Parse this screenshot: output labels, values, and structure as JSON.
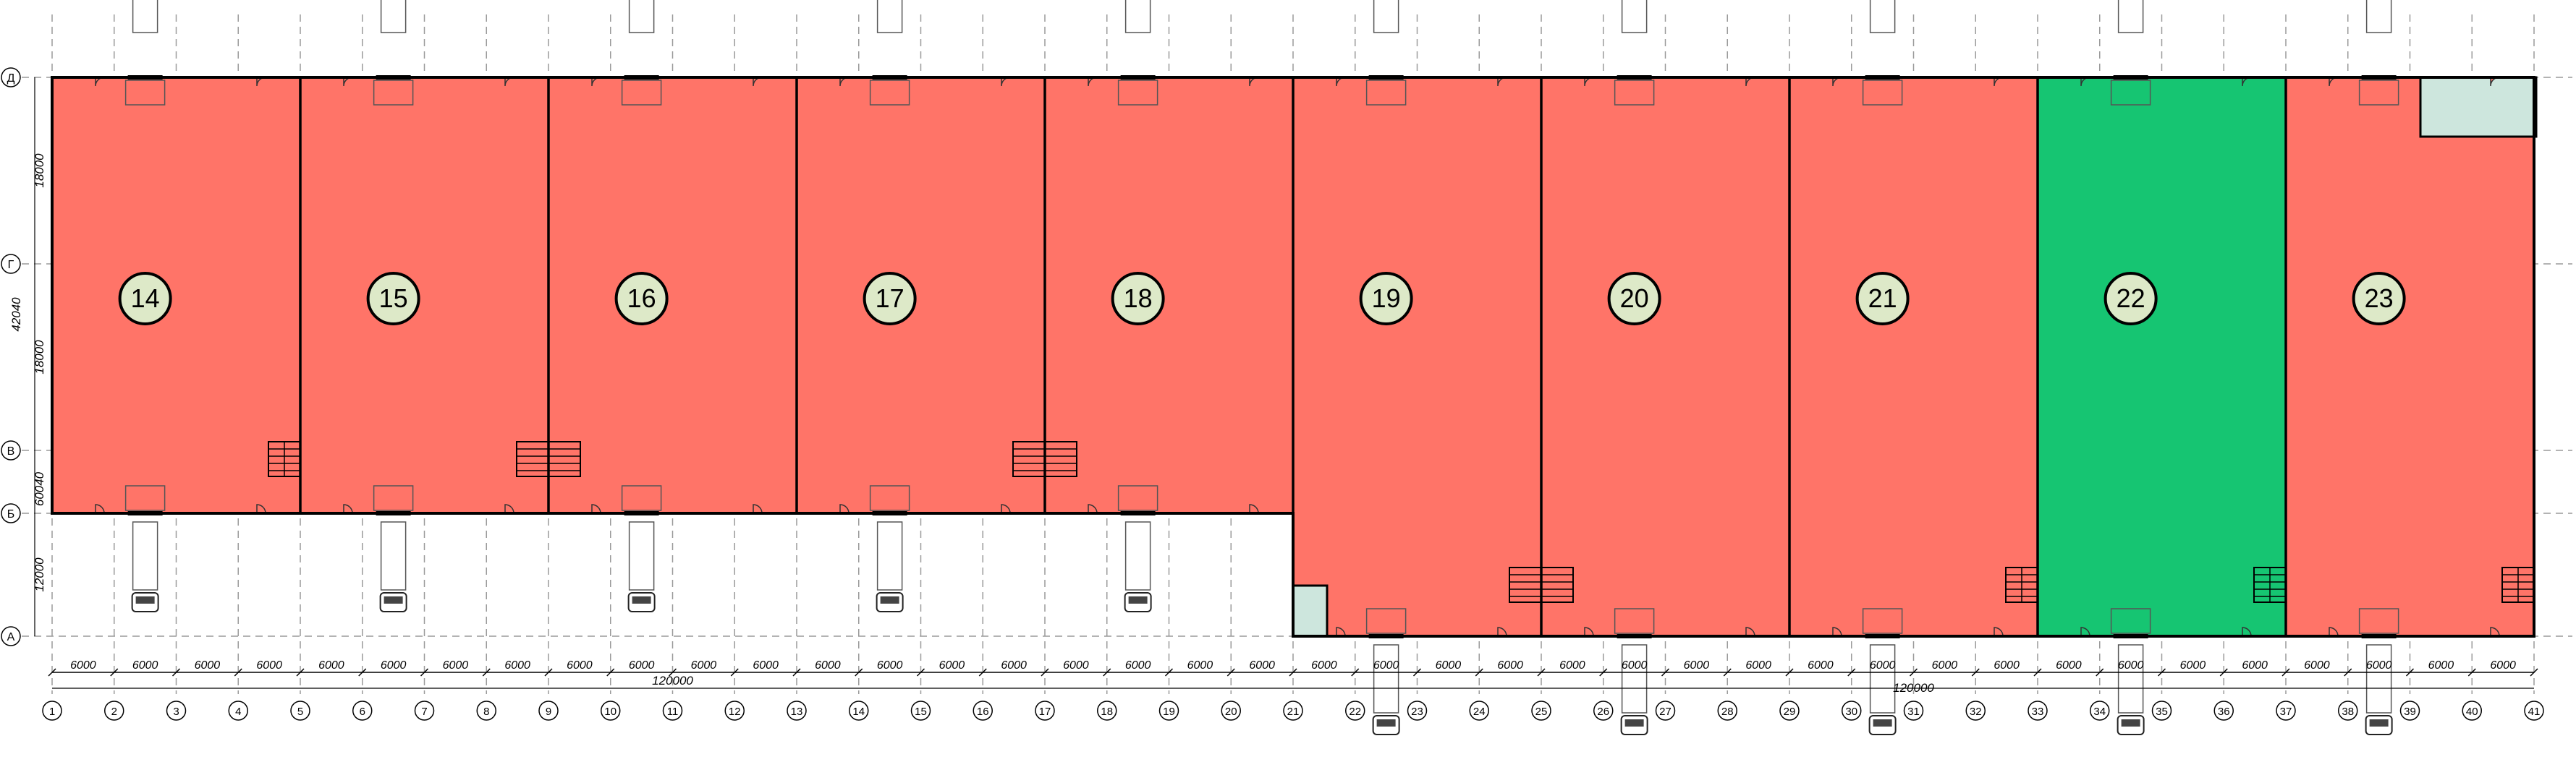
{
  "colors": {
    "rented": "#ff7468",
    "free": "#16c572",
    "office": "#cde6dd",
    "marker": "#dde9c8",
    "line": "#000000",
    "grid": "#9a9a9a"
  },
  "rows": [
    {
      "id": "row-a",
      "label": "А"
    },
    {
      "id": "row-b",
      "label": "Б"
    },
    {
      "id": "row-v",
      "label": "В"
    },
    {
      "id": "row-g",
      "label": "Г"
    },
    {
      "id": "row-d",
      "label": "Д"
    }
  ],
  "columns": [
    "1",
    "2",
    "3",
    "4",
    "5",
    "6",
    "7",
    "8",
    "9",
    "10",
    "11",
    "12",
    "13",
    "14",
    "15",
    "16",
    "17",
    "18",
    "19",
    "20",
    "21",
    "22",
    "23",
    "24",
    "25",
    "26",
    "27",
    "28",
    "29",
    "30",
    "31",
    "32",
    "33",
    "34",
    "35",
    "36",
    "37",
    "38",
    "39",
    "40",
    "41"
  ],
  "units": [
    {
      "number": "14",
      "status": "rented"
    },
    {
      "number": "15",
      "status": "rented"
    },
    {
      "number": "16",
      "status": "rented"
    },
    {
      "number": "17",
      "status": "rented"
    },
    {
      "number": "18",
      "status": "rented"
    },
    {
      "number": "19",
      "status": "rented"
    },
    {
      "number": "20",
      "status": "rented"
    },
    {
      "number": "21",
      "status": "rented"
    },
    {
      "number": "22",
      "status": "free"
    },
    {
      "number": "23",
      "status": "rented"
    }
  ],
  "span_dimension": "6000",
  "total_dimension_left": "120000",
  "total_dimension_right": "120000",
  "vertical_dimensions": {
    "d_to_g": "18000",
    "g_to_v": "18000",
    "total": "42040",
    "v_to_b": "60040",
    "b_to_a": "12000"
  }
}
